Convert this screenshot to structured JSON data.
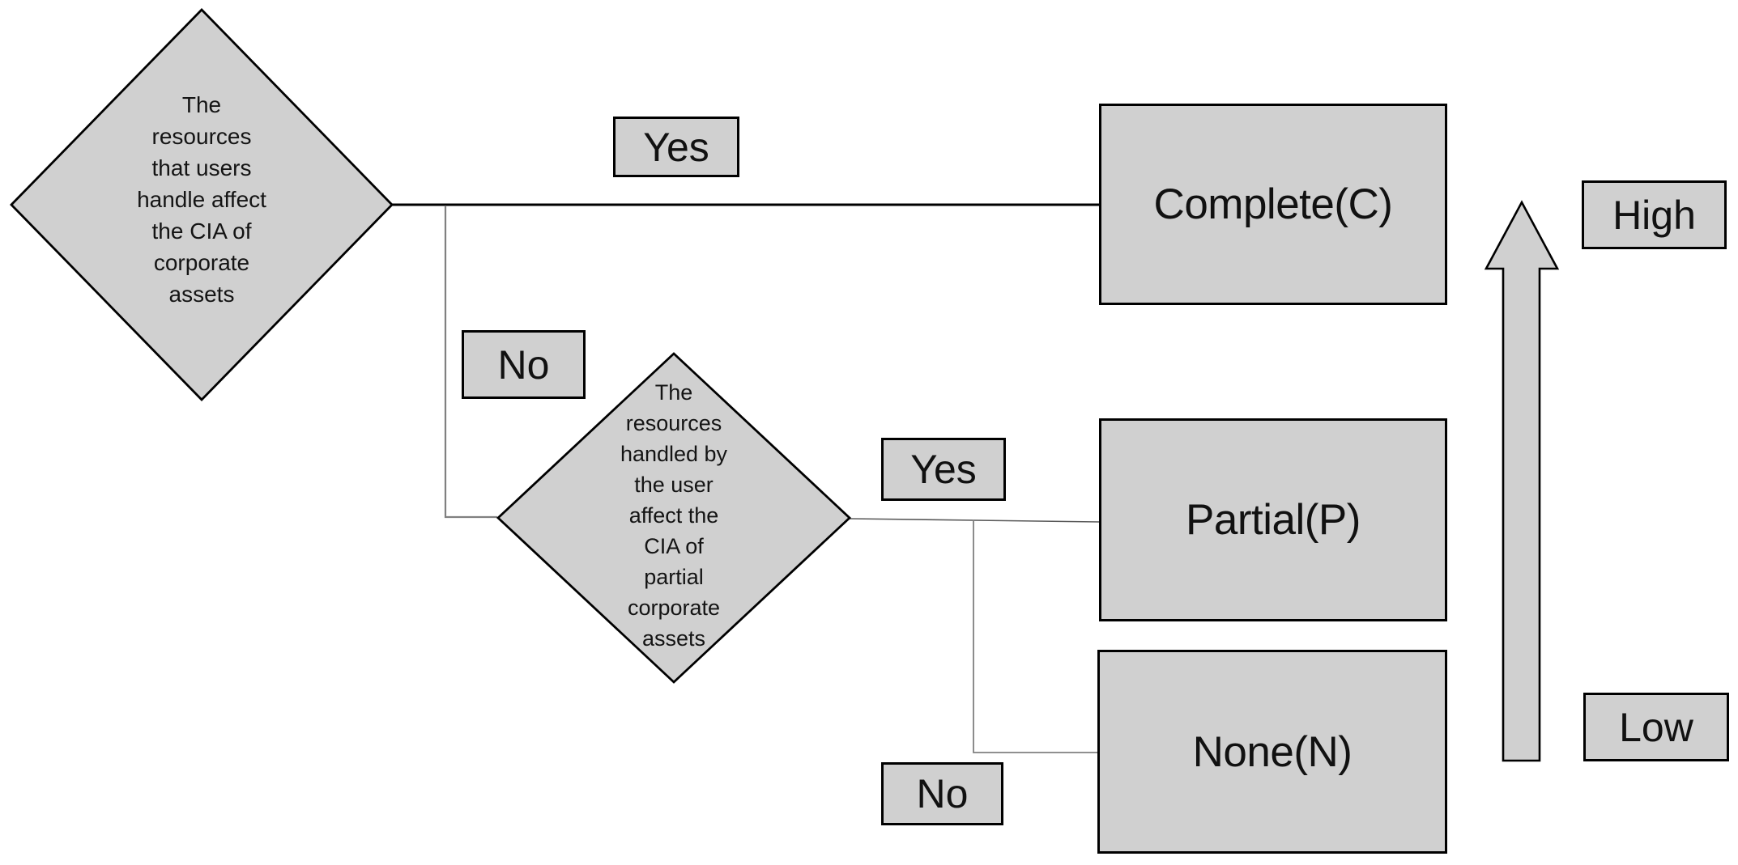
{
  "flowchart": {
    "decision1_text": "The\nresources\nthat users\nhandle affect\nthe CIA of\ncorporate\nassets",
    "decision2_text": "The\nresources\nhandled by\nthe user\naffect the\nCIA of\npartial\ncorporate\nassets",
    "outcome_complete": "Complete(C)",
    "outcome_partial": "Partial(P)",
    "outcome_none": "None(N)",
    "edge_yes_1": "Yes",
    "edge_no_1": "No",
    "edge_yes_2": "Yes",
    "edge_no_2": "No",
    "scale_high": "High",
    "scale_low": "Low"
  },
  "colors": {
    "shape_fill": "#d0d0d0",
    "shape_stroke": "#000000",
    "connector_gray": "#808080",
    "connector_dark": "#595959",
    "text": "#111111",
    "background": "#ffffff"
  }
}
